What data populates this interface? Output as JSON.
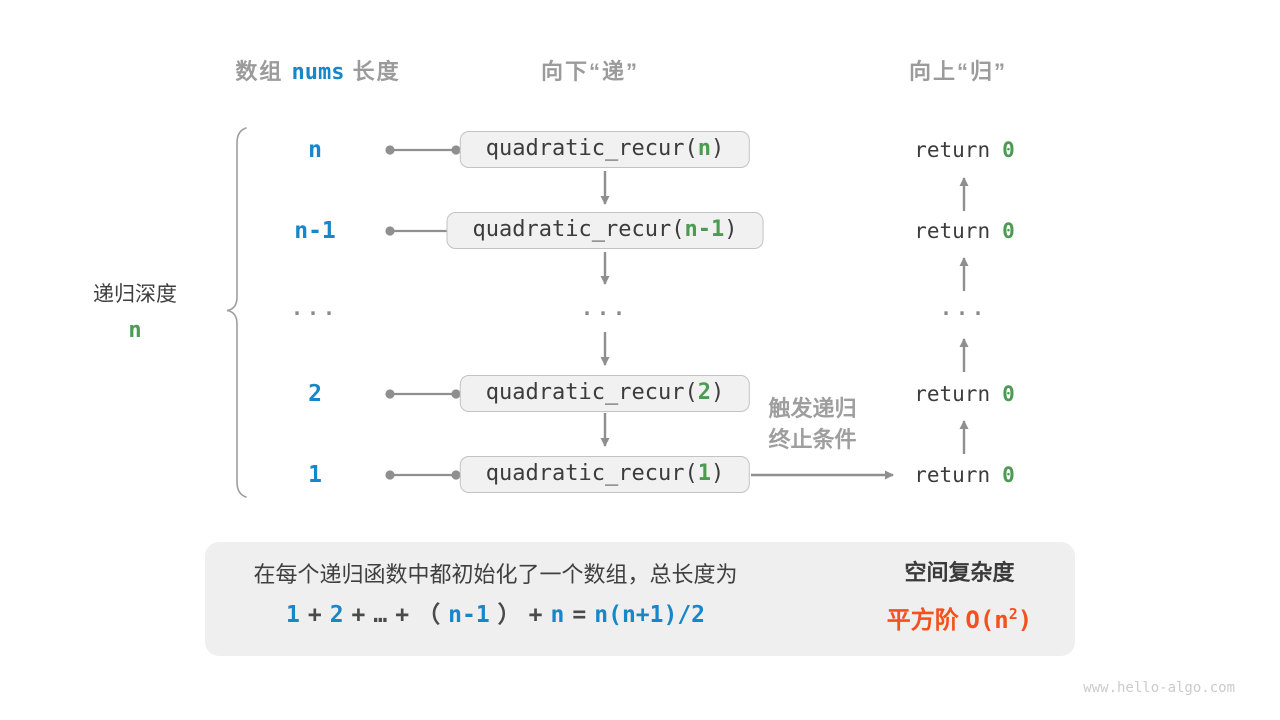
{
  "colors": {
    "accent_blue": "#1787C9",
    "accent_green": "#4C9B53",
    "accent_orange": "#F4511E",
    "label_gray": "#9B9B9B",
    "dark_text": "#3F3F3F",
    "arrow_gray": "#8F8F8F",
    "box_fill": "#F1F1F1",
    "panel_fill": "#EFEFEF"
  },
  "header": {
    "array_label_prefix": "数组",
    "array_var": "nums",
    "array_label_suffix": "长度",
    "descend": "向下“递”",
    "ascend": "向上“归”"
  },
  "depth_label": {
    "text": "递归深度",
    "value": "n"
  },
  "rows": [
    {
      "label": "n",
      "call": "quadratic_recur(",
      "arg": "n",
      "close": ")",
      "ret": "return",
      "ret_val": "0"
    },
    {
      "label": "n-1",
      "call": "quadratic_recur(",
      "arg": "n-1",
      "close": ")",
      "ret": "return",
      "ret_val": "0"
    },
    {
      "left": "...",
      "mid": "...",
      "right": "..."
    },
    {
      "label": "2",
      "call": "quadratic_recur(",
      "arg": "2",
      "close": ")",
      "ret": "return",
      "ret_val": "0"
    },
    {
      "label": "1",
      "call": "quadratic_recur(",
      "arg": "1",
      "close": ")",
      "ret": "return",
      "ret_val": "0"
    }
  ],
  "trigger_note": {
    "line1": "触发递归",
    "line2": "终止条件"
  },
  "summary": {
    "description": "在每个递归函数中都初始化了一个数组，总长度为",
    "formula": [
      {
        "t": "1",
        "c": "blue"
      },
      {
        "t": "+",
        "c": "dark"
      },
      {
        "t": "2",
        "c": "blue"
      },
      {
        "t": "+",
        "c": "dark"
      },
      {
        "t": "…",
        "c": "dark"
      },
      {
        "t": "+",
        "c": "dark"
      },
      {
        "t": "（",
        "c": "dark"
      },
      {
        "t": "n-1",
        "c": "blue"
      },
      {
        "t": "）",
        "c": "dark"
      },
      {
        "t": "+",
        "c": "dark"
      },
      {
        "t": "n",
        "c": "blue"
      },
      {
        "t": "=",
        "c": "dark"
      },
      {
        "t": "n(n+1)/2",
        "c": "blue"
      }
    ],
    "result_title": "空间复杂度",
    "result_label": "平方阶",
    "result_code_pre": "O(n",
    "result_sup": "2",
    "result_post": ")"
  },
  "watermark": "www.hello-algo.com"
}
